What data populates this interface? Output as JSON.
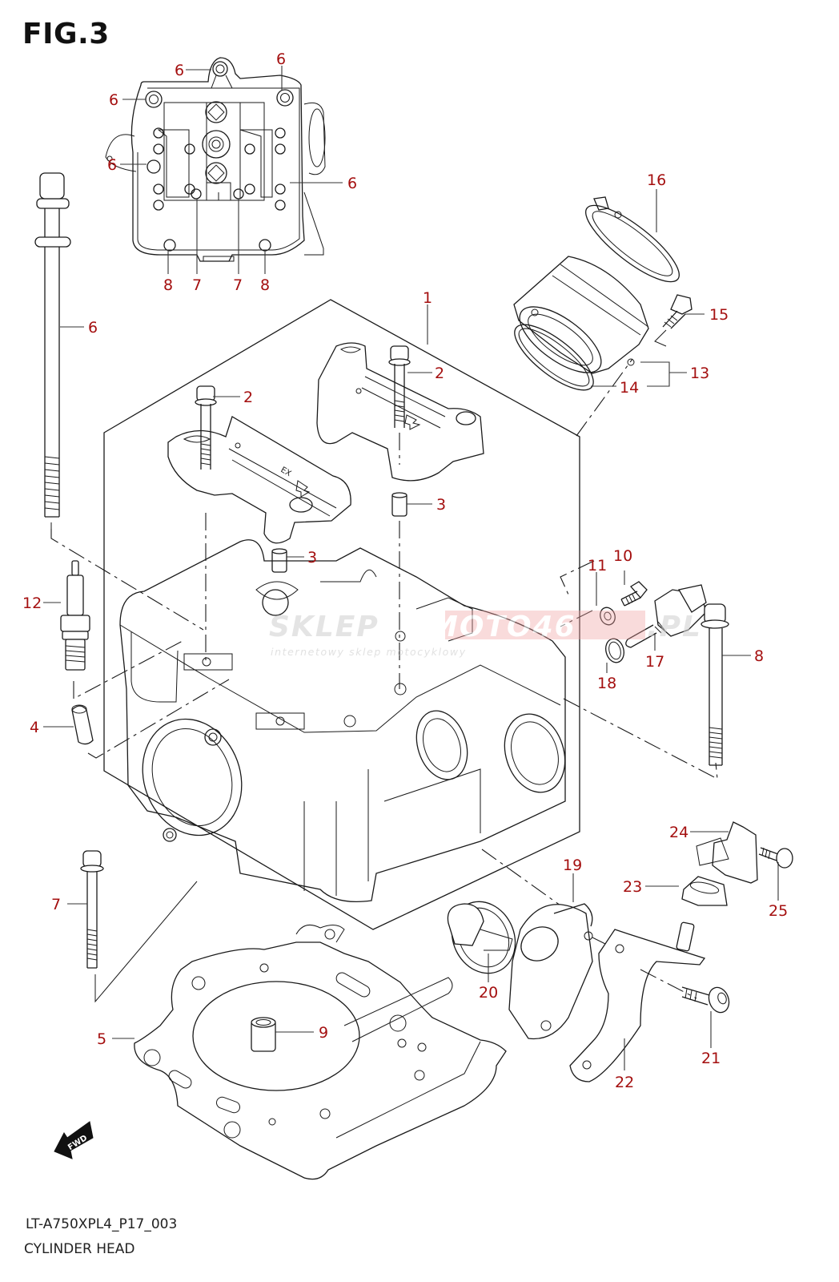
{
  "figure": {
    "title": "FIG.3",
    "model_code": "LT-A750XPL4_P17_003",
    "section_name": "CYLINDER HEAD",
    "fwd_label": "FWD"
  },
  "watermark": {
    "part1": "SKLEP",
    "part2": "MOTO46",
    "part3": ".PL",
    "subtitle": "internetowy sklep motocyklowy"
  },
  "colors": {
    "callout": "#a40f0f",
    "line": "#1a1a1a",
    "watermark_red": "#f0a0a0",
    "watermark_gray": "#cfcfcf"
  },
  "callouts": [
    {
      "id": "c6a",
      "ref": "6",
      "part": "cylinder head bolt (top view)"
    },
    {
      "id": "c6b",
      "ref": "6",
      "part": "cylinder head bolt (top view)"
    },
    {
      "id": "c6c",
      "ref": "6",
      "part": "cylinder head bolt (top view)"
    },
    {
      "id": "c6d",
      "ref": "6",
      "part": "cylinder head bolt (top view)"
    },
    {
      "id": "c6e",
      "ref": "6",
      "part": "cylinder head bolt (top view)"
    },
    {
      "id": "c8a",
      "ref": "8",
      "part": "bolt (top view)"
    },
    {
      "id": "c7a",
      "ref": "7",
      "part": "bolt (top view)"
    },
    {
      "id": "c7b",
      "ref": "7",
      "part": "bolt (top view)"
    },
    {
      "id": "c8b",
      "ref": "8",
      "part": "bolt (top view)"
    },
    {
      "id": "c6f",
      "ref": "6",
      "part": "cylinder head bolt"
    },
    {
      "id": "c1",
      "ref": "1",
      "part": "cylinder head"
    },
    {
      "id": "c2a",
      "ref": "2",
      "part": "camshaft holder bolt"
    },
    {
      "id": "c2b",
      "ref": "2",
      "part": "camshaft holder bolt"
    },
    {
      "id": "c3a",
      "ref": "3",
      "part": "dowel pin"
    },
    {
      "id": "c3b",
      "ref": "3",
      "part": "dowel pin"
    },
    {
      "id": "c4",
      "ref": "4",
      "part": "dowel pin"
    },
    {
      "id": "c5",
      "ref": "5",
      "part": "cylinder head gasket"
    },
    {
      "id": "c7c",
      "ref": "7",
      "part": "bolt"
    },
    {
      "id": "c8c",
      "ref": "8",
      "part": "bolt"
    },
    {
      "id": "c9",
      "ref": "9",
      "part": "dowel pin"
    },
    {
      "id": "c10",
      "ref": "10",
      "part": "bolt"
    },
    {
      "id": "c11",
      "ref": "11",
      "part": "washer"
    },
    {
      "id": "c12",
      "ref": "12",
      "part": "spark plug"
    },
    {
      "id": "c13",
      "ref": "13",
      "part": "intake pipe"
    },
    {
      "id": "c14",
      "ref": "14",
      "part": "o-ring"
    },
    {
      "id": "c15",
      "ref": "15",
      "part": "bolt"
    },
    {
      "id": "c16",
      "ref": "16",
      "part": "clamp"
    },
    {
      "id": "c17",
      "ref": "17",
      "part": "temperature sensor"
    },
    {
      "id": "c18",
      "ref": "18",
      "part": "gasket"
    },
    {
      "id": "c19",
      "ref": "19",
      "part": "thermostat cover"
    },
    {
      "id": "c20",
      "ref": "20",
      "part": "thermostat"
    },
    {
      "id": "c21",
      "ref": "21",
      "part": "bolt"
    },
    {
      "id": "c22",
      "ref": "22",
      "part": "bracket"
    },
    {
      "id": "c23",
      "ref": "23",
      "part": "cushion"
    },
    {
      "id": "c24",
      "ref": "24",
      "part": "holder"
    },
    {
      "id": "c25",
      "ref": "25",
      "part": "bolt"
    }
  ]
}
